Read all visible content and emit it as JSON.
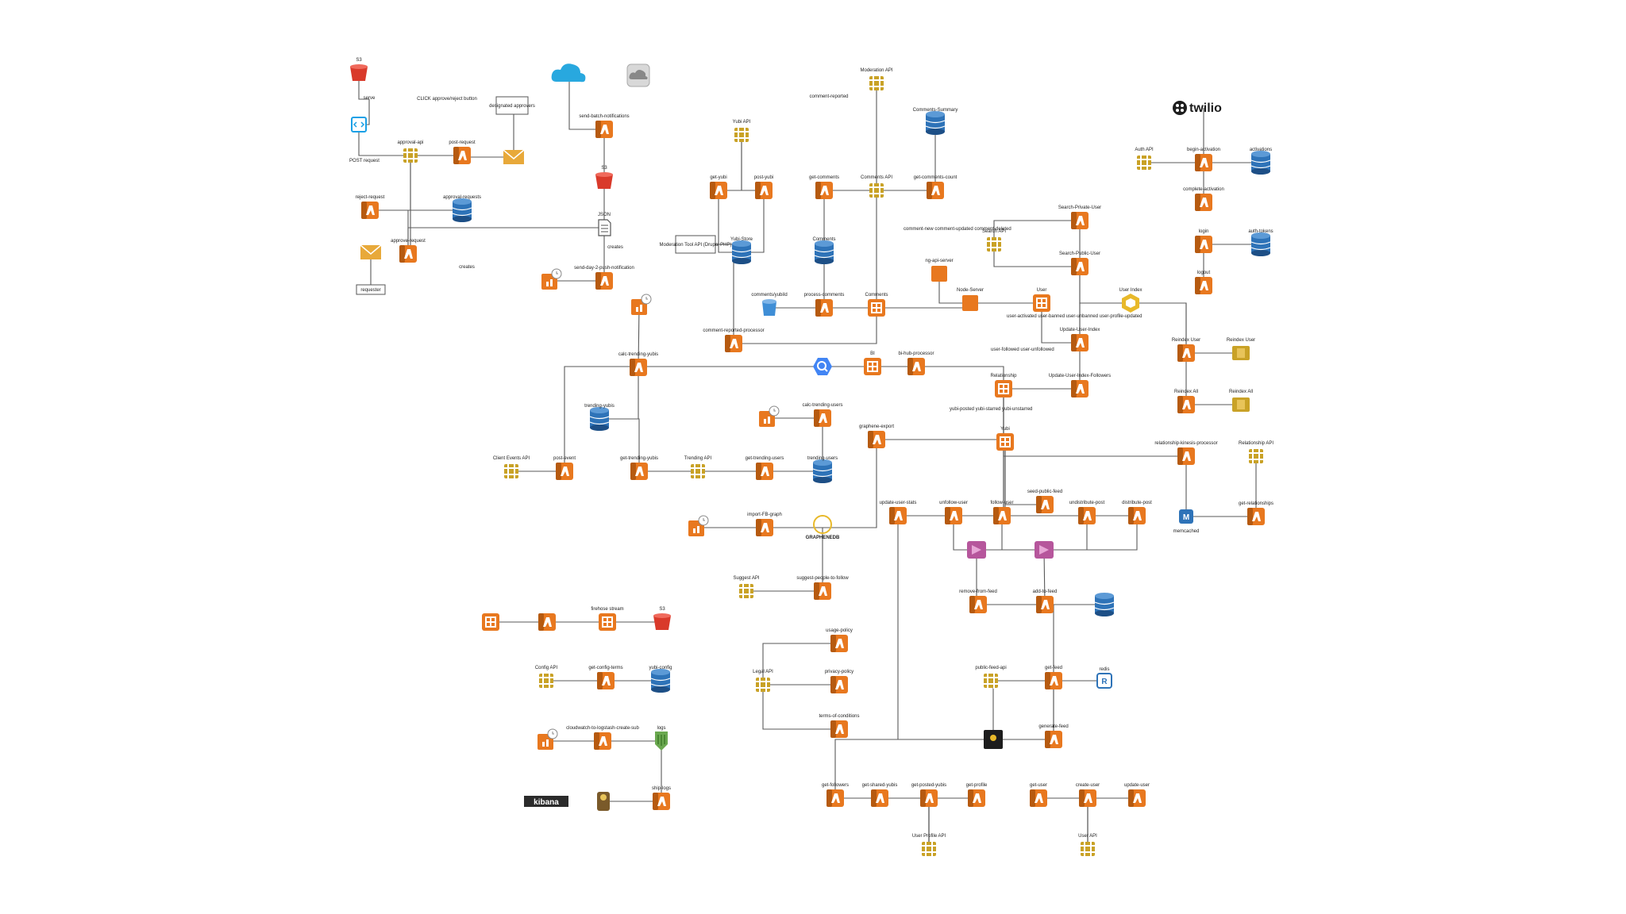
{
  "nodes": [
    {
      "id": "s3top",
      "t": "s3",
      "label": "S3"
    },
    {
      "id": "serve",
      "t": "text",
      "label": "serve"
    },
    {
      "id": "code",
      "t": "code",
      "label": ""
    },
    {
      "id": "post-request-text",
      "t": "text",
      "label": "POST request"
    },
    {
      "id": "click-text",
      "t": "text",
      "label": "CLICK approve/reject button"
    },
    {
      "id": "designated",
      "t": "box",
      "label": "designated approvers"
    },
    {
      "id": "approval-api",
      "t": "api",
      "label": "approval-api"
    },
    {
      "id": "post-request",
      "t": "lambda",
      "label": "post-request"
    },
    {
      "id": "mail1",
      "t": "mail",
      "label": ""
    },
    {
      "id": "reject-request",
      "t": "lambda",
      "label": "reject-request"
    },
    {
      "id": "approval-requests",
      "t": "dynamo",
      "label": "approval-requests"
    },
    {
      "id": "mail2",
      "t": "mail",
      "label": ""
    },
    {
      "id": "approve-request",
      "t": "lambda",
      "label": "approve-request"
    },
    {
      "id": "requester",
      "t": "box",
      "label": "requester"
    },
    {
      "id": "creates1",
      "t": "text",
      "label": "creates"
    },
    {
      "id": "cloud1",
      "t": "cloud",
      "label": ""
    },
    {
      "id": "cloud2",
      "t": "cloudgray",
      "label": ""
    },
    {
      "id": "send-batch",
      "t": "lambda",
      "label": "send-batch-notifications"
    },
    {
      "id": "s3b",
      "t": "s3",
      "label": "S3"
    },
    {
      "id": "json",
      "t": "doc",
      "label": "JSON"
    },
    {
      "id": "creates2",
      "t": "text",
      "label": "creates"
    },
    {
      "id": "send-day-2",
      "t": "lambda",
      "label": "send-day-2-push-notification"
    },
    {
      "id": "cron1",
      "t": "cron",
      "label": ""
    },
    {
      "id": "cron2",
      "t": "cron",
      "label": ""
    },
    {
      "id": "calc-trending-yubis",
      "t": "lambda",
      "label": "calc-trending-yubis"
    },
    {
      "id": "trending-yubis",
      "t": "dynamo",
      "label": "trending-yubis"
    },
    {
      "id": "client-events-api",
      "t": "api",
      "label": "Client Events API"
    },
    {
      "id": "post-event",
      "t": "lambda",
      "label": "post-event"
    },
    {
      "id": "get-trending-yubis",
      "t": "lambda",
      "label": "get-trending-yubis"
    },
    {
      "id": "trending-api",
      "t": "api",
      "label": "Trending API"
    },
    {
      "id": "get-trending-users",
      "t": "lambda",
      "label": "get-trending-users"
    },
    {
      "id": "trending-users",
      "t": "dynamo",
      "label": "trending-users"
    },
    {
      "id": "cron3",
      "t": "cron",
      "label": ""
    },
    {
      "id": "calc-trending-users",
      "t": "lambda",
      "label": "calc-trending-users"
    },
    {
      "id": "graphene-export",
      "t": "lambda",
      "label": "graphene-export"
    },
    {
      "id": "cron4",
      "t": "cron",
      "label": ""
    },
    {
      "id": "import-fb-graph",
      "t": "lambda",
      "label": "import-FB-graph"
    },
    {
      "id": "graphene",
      "t": "graphene",
      "label": "GRAPHENEDB"
    },
    {
      "id": "suggest-api",
      "t": "api",
      "label": "Suggest API"
    },
    {
      "id": "suggest-people",
      "t": "lambda",
      "label": "suggest-people-to-follow"
    },
    {
      "id": "yubi-api",
      "t": "api",
      "label": "Yubi API"
    },
    {
      "id": "get-yubi",
      "t": "lambda",
      "label": "get-yubi"
    },
    {
      "id": "post-yubi",
      "t": "lambda",
      "label": "post-yubi"
    },
    {
      "id": "yubi-store",
      "t": "dynamo",
      "label": "Yubi-Store"
    },
    {
      "id": "moderation-tool",
      "t": "box",
      "label": "Moderation Tool API (Drupal PHP)"
    },
    {
      "id": "comment-reported-processor",
      "t": "lambda",
      "label": "comment-reported-processor"
    },
    {
      "id": "moderation-api",
      "t": "api",
      "label": "Moderation API"
    },
    {
      "id": "comment-reported-text",
      "t": "text",
      "label": "comment-reported"
    },
    {
      "id": "comments-summary",
      "t": "dynamo",
      "label": "Comments-Summary"
    },
    {
      "id": "get-comments",
      "t": "lambda",
      "label": "get-comments"
    },
    {
      "id": "comments-api",
      "t": "api",
      "label": "Comments API"
    },
    {
      "id": "get-comments-count",
      "t": "lambda",
      "label": "get-comments-count"
    },
    {
      "id": "comments-db",
      "t": "dynamo",
      "label": "Comments"
    },
    {
      "id": "comment-events",
      "t": "text",
      "label": "comment-new comment-updated comment-deleted"
    },
    {
      "id": "comments-yubiid",
      "t": "s3blue",
      "label": "comments/yubiId"
    },
    {
      "id": "process-comments",
      "t": "lambda",
      "label": "process-comments"
    },
    {
      "id": "comments-kinesis",
      "t": "kinesis",
      "label": "Comments"
    },
    {
      "id": "bigquery",
      "t": "bq",
      "label": ""
    },
    {
      "id": "bi-kinesis",
      "t": "kinesis",
      "label": "BI"
    },
    {
      "id": "bi-hub",
      "t": "lambda",
      "label": "bi-hub-processor"
    },
    {
      "id": "ng-api-server",
      "t": "orangebox",
      "label": "ng-api-server"
    },
    {
      "id": "node-server",
      "t": "orangebox",
      "label": "Node-Server"
    },
    {
      "id": "user-kinesis",
      "t": "kinesis",
      "label": "User"
    },
    {
      "id": "user-events",
      "t": "text",
      "label": "user-activated user-banned user-unbanned user-profile-updated"
    },
    {
      "id": "follow-events",
      "t": "text",
      "label": "user-followed user-unfollowed"
    },
    {
      "id": "search-api",
      "t": "api",
      "label": "Search API"
    },
    {
      "id": "search-private",
      "t": "lambda",
      "label": "Search-Private-User"
    },
    {
      "id": "search-public",
      "t": "lambda",
      "label": "Search-Public-User"
    },
    {
      "id": "user-index",
      "t": "es",
      "label": "User Index"
    },
    {
      "id": "update-user-index",
      "t": "lambda",
      "label": "Update-User-Index"
    },
    {
      "id": "update-user-index-followers",
      "t": "lambda",
      "label": "Update-User-Index-Followers"
    },
    {
      "id": "relationship-kinesis",
      "t": "kinesis",
      "label": "Relationship"
    },
    {
      "id": "yubi-events",
      "t": "text",
      "label": "yubi-posted yubi-starred yubi-unstarred"
    },
    {
      "id": "yubi-kinesis",
      "t": "kinesis",
      "label": "Yubi"
    },
    {
      "id": "reindex-user-l",
      "t": "lambda",
      "label": "Reindex User"
    },
    {
      "id": "reindex-user-r",
      "t": "sqs",
      "label": "Reindex User"
    },
    {
      "id": "reindex-all-l",
      "t": "lambda",
      "label": "Reindex All"
    },
    {
      "id": "reindex-all-r",
      "t": "sqs",
      "label": "Reindex All"
    },
    {
      "id": "rel-kinesis-proc",
      "t": "lambda",
      "label": "relationship-kinesis-processor"
    },
    {
      "id": "relationship-api",
      "t": "api",
      "label": "Relationship API"
    },
    {
      "id": "memcached",
      "t": "memcached",
      "label": "memcached"
    },
    {
      "id": "get-relationships",
      "t": "lambda",
      "label": "get-relationships"
    },
    {
      "id": "twilio",
      "t": "twilio",
      "label": "twilio"
    },
    {
      "id": "auth-api",
      "t": "api",
      "label": "Auth API"
    },
    {
      "id": "begin-activation",
      "t": "lambda",
      "label": "begin-activation"
    },
    {
      "id": "activations",
      "t": "dynamo",
      "label": "activations"
    },
    {
      "id": "complete-activation",
      "t": "lambda",
      "label": "complete-activation"
    },
    {
      "id": "login",
      "t": "lambda",
      "label": "login"
    },
    {
      "id": "auth-tokens",
      "t": "dynamo",
      "label": "auth-tokens"
    },
    {
      "id": "logout",
      "t": "lambda",
      "label": "logout"
    },
    {
      "id": "update-user-stats",
      "t": "lambda",
      "label": "update-user-stats"
    },
    {
      "id": "unfollow-user",
      "t": "lambda",
      "label": "unfollow-user"
    },
    {
      "id": "follow-user",
      "t": "lambda",
      "label": "follow-user"
    },
    {
      "id": "seed-public-feed",
      "t": "lambda",
      "label": "seed-public-feed"
    },
    {
      "id": "undistribute-post",
      "t": "lambda",
      "label": "undistribute-post"
    },
    {
      "id": "distribute-post",
      "t": "lambda",
      "label": "distribute-post"
    },
    {
      "id": "sns-remove",
      "t": "sns",
      "label": ""
    },
    {
      "id": "sns-add",
      "t": "sns",
      "label": ""
    },
    {
      "id": "remove-from-feed",
      "t": "lambda",
      "label": "remove-from-feed"
    },
    {
      "id": "add-to-feed",
      "t": "lambda",
      "label": "add-to-feed"
    },
    {
      "id": "feed-db",
      "t": "dynamo",
      "label": ""
    },
    {
      "id": "public-feed-api",
      "t": "api",
      "label": "public-feed-api"
    },
    {
      "id": "get-feed",
      "t": "lambda",
      "label": "get-feed"
    },
    {
      "id": "redis",
      "t": "redis",
      "label": "redis"
    },
    {
      "id": "generate-feed",
      "t": "lambda",
      "label": "generate-feed"
    },
    {
      "id": "neo",
      "t": "neo",
      "label": ""
    },
    {
      "id": "kinesis-left",
      "t": "kinesis",
      "label": ""
    },
    {
      "id": "lambda-left",
      "t": "lambda",
      "label": ""
    },
    {
      "id": "firehose",
      "t": "kinesis",
      "label": "firehose stream"
    },
    {
      "id": "s3c",
      "t": "s3",
      "label": "S3"
    },
    {
      "id": "config-api",
      "t": "api",
      "label": "Config API"
    },
    {
      "id": "get-config-terms",
      "t": "lambda",
      "label": "get-config-terms"
    },
    {
      "id": "yubi-config",
      "t": "dynamo",
      "label": "yubi-config"
    },
    {
      "id": "cron5",
      "t": "cron",
      "label": ""
    },
    {
      "id": "cw-logstash",
      "t": "lambda",
      "label": "cloudwatch-to-logstash-create-sub"
    },
    {
      "id": "logs",
      "t": "logs",
      "label": "logs"
    },
    {
      "id": "ship-logs",
      "t": "lambda",
      "label": "ship-logs"
    },
    {
      "id": "logstash",
      "t": "logstash",
      "label": ""
    },
    {
      "id": "kibana",
      "t": "kibana",
      "label": "kibana"
    },
    {
      "id": "legal-api",
      "t": "api",
      "label": "Legal API"
    },
    {
      "id": "usage-policy",
      "t": "lambda",
      "label": "usage-policy"
    },
    {
      "id": "privacy-policy",
      "t": "lambda",
      "label": "privacy-policy"
    },
    {
      "id": "terms",
      "t": "lambda",
      "label": "terms-of-conditions"
    },
    {
      "id": "get-followers",
      "t": "lambda",
      "label": "get-followers"
    },
    {
      "id": "get-shared-yubis",
      "t": "lambda",
      "label": "get-shared-yubis"
    },
    {
      "id": "get-posted-yubis",
      "t": "lambda",
      "label": "get-posted-yubis"
    },
    {
      "id": "get-profile",
      "t": "lambda",
      "label": "get-profile"
    },
    {
      "id": "user-profile-api",
      "t": "api",
      "label": "User Profile API"
    },
    {
      "id": "get-user",
      "t": "lambda",
      "label": "get-user"
    },
    {
      "id": "create-user",
      "t": "lambda",
      "label": "create-user"
    },
    {
      "id": "update-user",
      "t": "lambda",
      "label": "update-user"
    },
    {
      "id": "user-api",
      "t": "api",
      "label": "User API"
    }
  ],
  "colors": {
    "lambda": "#e8781f",
    "lambda_dark": "#b65a10",
    "dynamo": "#2e73b8",
    "dynamo_dark": "#1d4f86",
    "api": "#c9a227",
    "s3": "#d93a2b",
    "sns": "#b6569c",
    "line": "#5a5a5a",
    "cloud": "#28a8df"
  }
}
